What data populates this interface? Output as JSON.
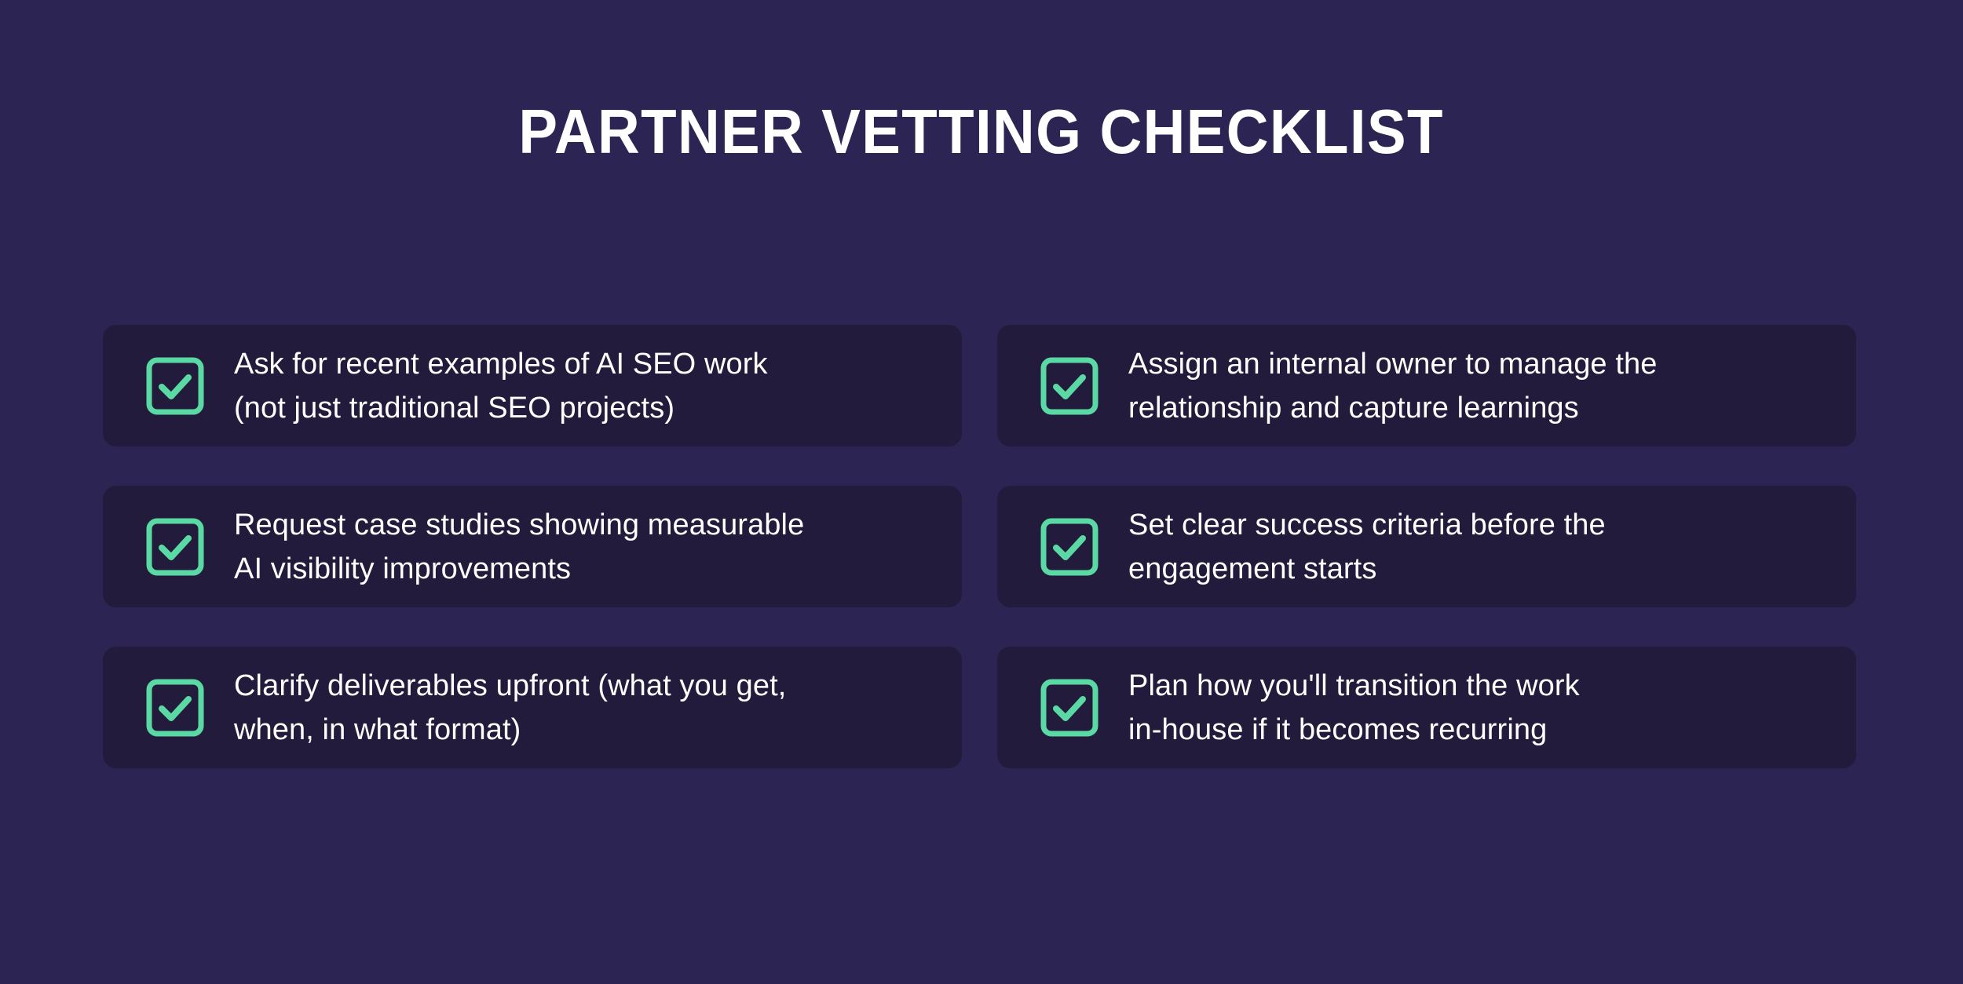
{
  "header": {
    "title": "PARTNER VETTING CHECKLIST"
  },
  "theme": {
    "page_background": "#2C2453",
    "card_background": "#221B3C",
    "accent_green": "#5BD9A4",
    "text_color": "#FFFFFF"
  },
  "checklist": {
    "icon_name": "checkbox-checked-icon",
    "items": [
      {
        "id": 1,
        "column": "left",
        "text": "Ask for recent examples of AI SEO work\n(not just traditional SEO projects)",
        "checked": true
      },
      {
        "id": 2,
        "column": "right",
        "text": "Assign an internal owner to manage the\nrelationship and capture learnings",
        "checked": true
      },
      {
        "id": 3,
        "column": "left",
        "text": "Request case studies showing measurable\nAI visibility improvements",
        "checked": true
      },
      {
        "id": 4,
        "column": "right",
        "text": "Set clear success criteria before the\nengagement starts",
        "checked": true
      },
      {
        "id": 5,
        "column": "left",
        "text": "Clarify deliverables upfront (what you get,\nwhen, in what format)",
        "checked": true
      },
      {
        "id": 6,
        "column": "right",
        "text": "Plan how you'll transition the work\nin-house if it becomes recurring",
        "checked": true
      }
    ]
  }
}
